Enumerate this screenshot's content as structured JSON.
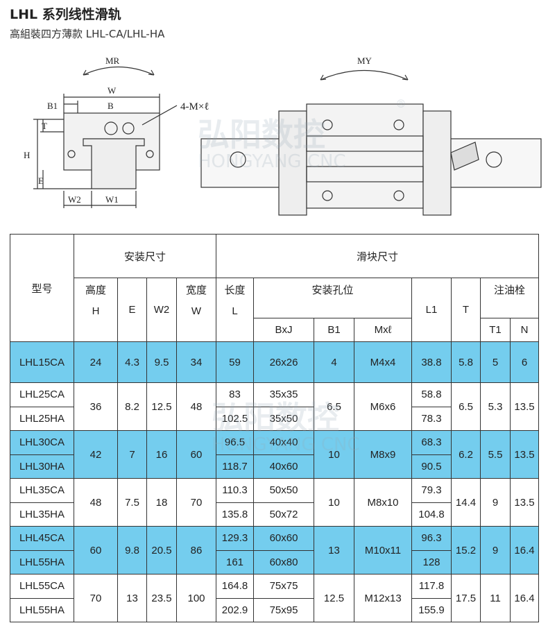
{
  "title": "LHL 系列线性滑轨",
  "subtitle": "高組裝四方薄款 LHL-CA/LHL-HA",
  "drawing": {
    "labels": {
      "mr": "MR",
      "my": "MY",
      "w": "W",
      "b1": "B1",
      "b": "B",
      "hole": "4-M×ℓ",
      "t": "T",
      "h": "H",
      "e": "E",
      "w2": "W2",
      "w1": "W1"
    }
  },
  "watermark": {
    "cn": "弘阳数控",
    "en": "HONGYANG CNC",
    "reg": "®"
  },
  "table": {
    "headers": {
      "model": "型号",
      "install": "安装尺寸",
      "slider": "滑块尺寸",
      "height_cn": "高度",
      "H": "H",
      "E": "E",
      "W2": "W2",
      "width_cn": "宽度",
      "W": "W",
      "length_cn": "长度",
      "L": "L",
      "holes": "安装孔位",
      "BxJ": "BxJ",
      "B1": "B1",
      "Mxl": "Mxℓ",
      "L1": "L1",
      "T": "T",
      "grease": "注油栓",
      "T1": "T1",
      "N": "N"
    },
    "groups": [
      {
        "models": [
          "LHL15CA"
        ],
        "H": "24",
        "E": "4.3",
        "W2": "9.5",
        "W": "34",
        "L": [
          "59"
        ],
        "BxJ": [
          "26x26"
        ],
        "B1": "4",
        "Mxl": "M4x4",
        "L1": [
          "38.8"
        ],
        "T": "5.8",
        "T1": "5",
        "N": "6",
        "highlight": true
      },
      {
        "models": [
          "LHL25CA",
          "LHL25HA"
        ],
        "H": "36",
        "E": "8.2",
        "W2": "12.5",
        "W": "48",
        "L": [
          "83",
          "102.5"
        ],
        "BxJ": [
          "35x35",
          "35x50"
        ],
        "B1": "6.5",
        "Mxl": "M6x6",
        "L1": [
          "58.8",
          "78.3"
        ],
        "T": "6.5",
        "T1": "5.3",
        "N": "13.5",
        "highlight": false
      },
      {
        "models": [
          "LHL30CA",
          "LHL30HA"
        ],
        "H": "42",
        "E": "7",
        "W2": "16",
        "W": "60",
        "L": [
          "96.5",
          "118.7"
        ],
        "BxJ": [
          "40x40",
          "40x60"
        ],
        "B1": "10",
        "Mxl": "M8x9",
        "L1": [
          "68.3",
          "90.5"
        ],
        "T": "6.2",
        "T1": "5.5",
        "N": "13.5",
        "highlight": true
      },
      {
        "models": [
          "LHL35CA",
          "LHL35HA"
        ],
        "H": "48",
        "E": "7.5",
        "W2": "18",
        "W": "70",
        "L": [
          "110.3",
          "135.8"
        ],
        "BxJ": [
          "50x50",
          "50x72"
        ],
        "B1": "10",
        "Mxl": "M8x10",
        "L1": [
          "79.3",
          "104.8"
        ],
        "T": "14.4",
        "T1": "9",
        "N": "13.5",
        "highlight": false
      },
      {
        "models": [
          "LHL45CA",
          "LHL55HA"
        ],
        "H": "60",
        "E": "9.8",
        "W2": "20.5",
        "W": "86",
        "L": [
          "129.3",
          "161"
        ],
        "BxJ": [
          "60x60",
          "60x80"
        ],
        "B1": "13",
        "Mxl": "M10x11",
        "L1": [
          "96.3",
          "128"
        ],
        "T": "15.2",
        "T1": "9",
        "N": "16.4",
        "highlight": true
      },
      {
        "models": [
          "LHL55CA",
          "LHL55HA"
        ],
        "H": "70",
        "E": "13",
        "W2": "23.5",
        "W": "100",
        "L": [
          "164.8",
          "202.9"
        ],
        "BxJ": [
          "75x75",
          "75x95"
        ],
        "B1": "12.5",
        "Mxl": "M12x13",
        "L1": [
          "117.8",
          "155.9"
        ],
        "T": "17.5",
        "T1": "11",
        "N": "16.4",
        "highlight": false
      }
    ]
  }
}
